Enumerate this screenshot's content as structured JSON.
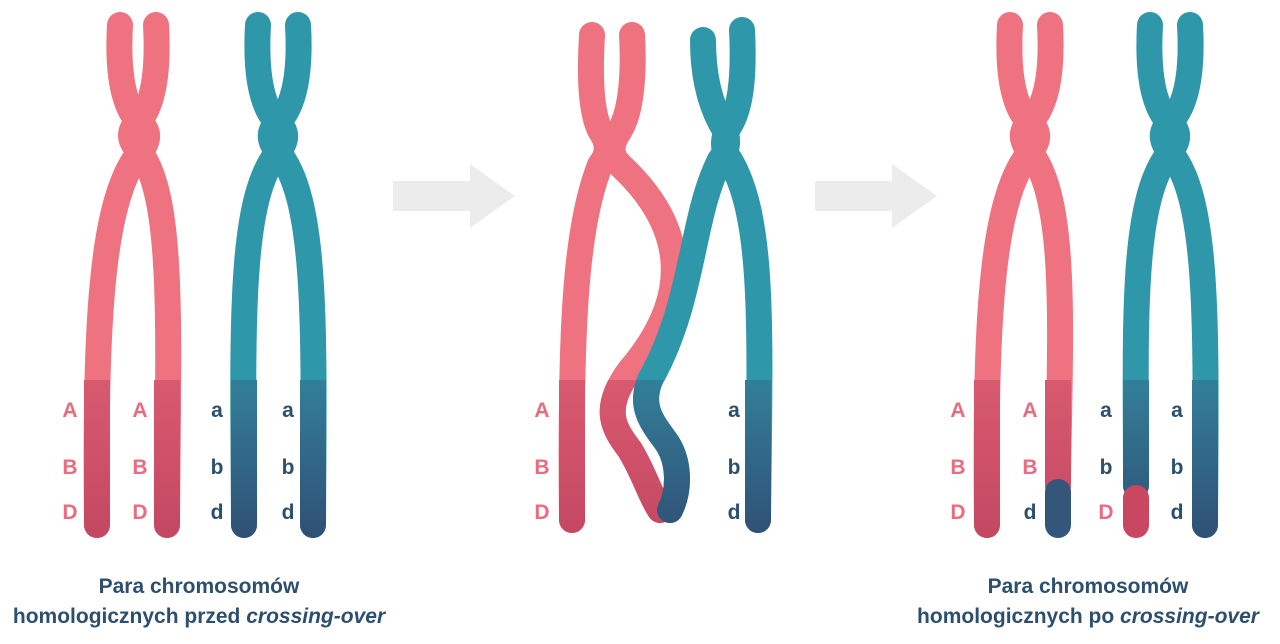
{
  "colors": {
    "maternal": "#ee7080",
    "maternal_dark": "#c94760",
    "paternal": "#2f97aa",
    "paternal_dark": "#305578",
    "maternal_label": "#ea6c7f",
    "paternal_label": "#2d4f6e",
    "arrow": "#ececec"
  },
  "panels": {
    "before": {
      "labels": {
        "col1": [
          "A",
          "B",
          "D"
        ],
        "col2": [
          "A",
          "B",
          "D"
        ],
        "col3": [
          "a",
          "b",
          "d"
        ],
        "col4": [
          "a",
          "b",
          "d"
        ]
      }
    },
    "during": {
      "labels": {
        "col1": [
          "A",
          "B",
          "D"
        ],
        "col4": [
          "a",
          "b",
          "d"
        ]
      }
    },
    "after": {
      "labels": {
        "col1": [
          "A",
          "B",
          "D"
        ],
        "col2": [
          "A",
          "B",
          "d"
        ],
        "col3": [
          "a",
          "b",
          "D"
        ],
        "col4": [
          "a",
          "b",
          "d"
        ]
      }
    }
  },
  "captions": {
    "before": {
      "line1": "Para chromosomów",
      "line2_prefix": "homologicznych przed ",
      "line2_italic": "crossing-over"
    },
    "after": {
      "line1": "Para chromosomów",
      "line2_prefix": "homologicznych po ",
      "line2_italic": "crossing-over"
    }
  }
}
